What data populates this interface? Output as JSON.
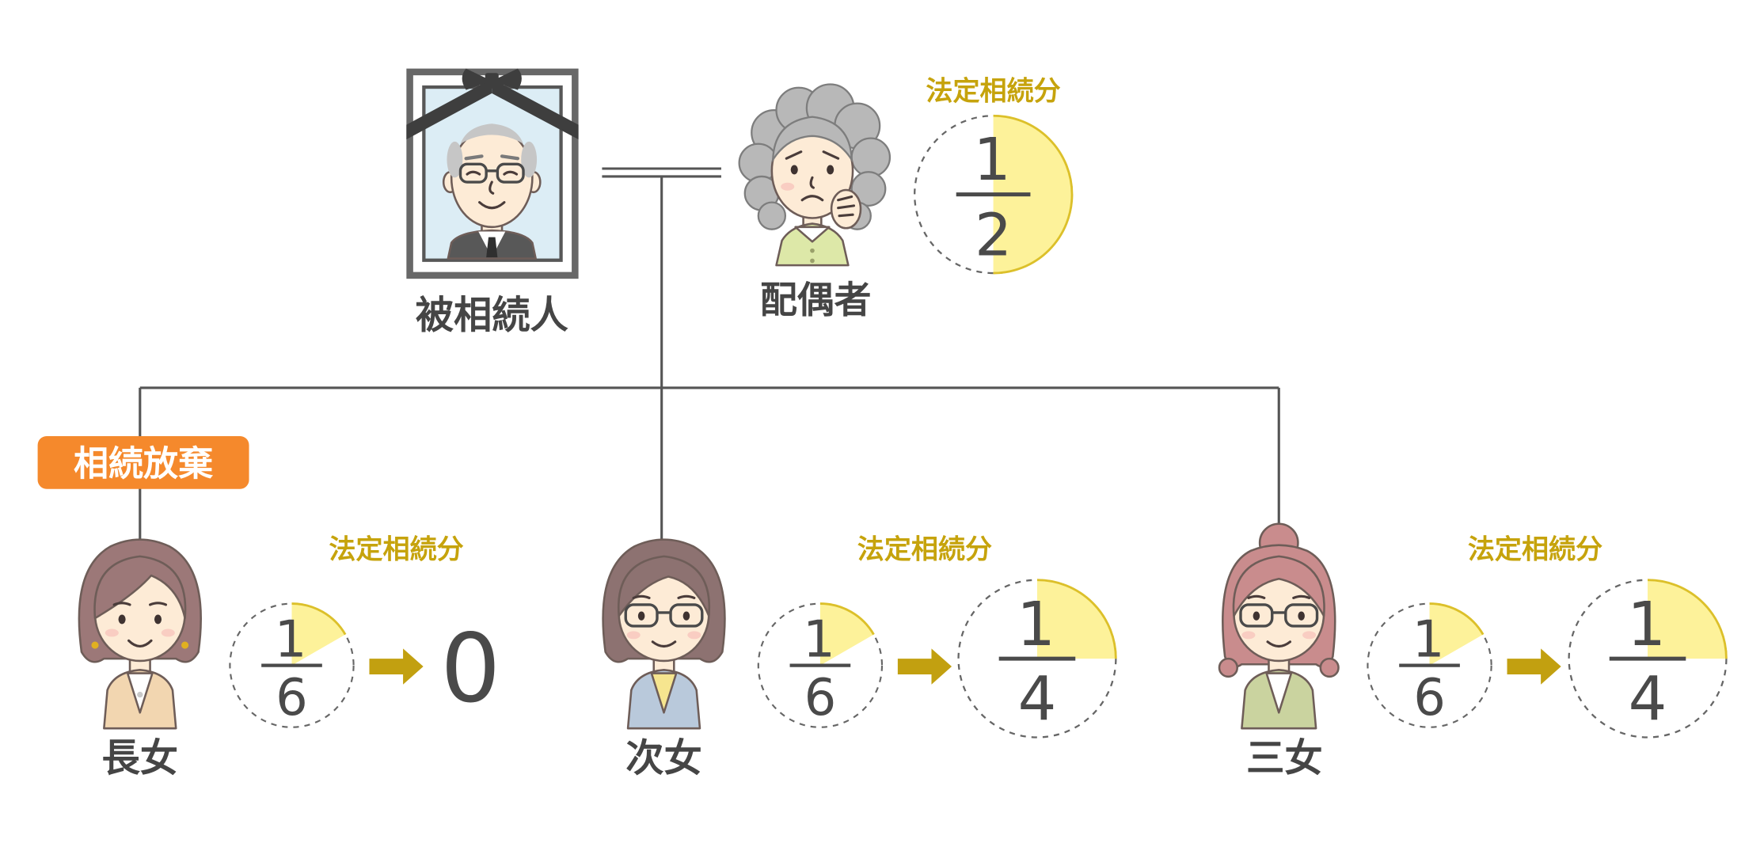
{
  "colors": {
    "accent_gold": "#c6a30c",
    "arrow_gold": "#c2a010",
    "pie_yellow": "#fdf29a",
    "pie_arc": "#dcc02a",
    "badge_orange": "#f5892c",
    "line": "#555555",
    "text_dark": "#454545",
    "numeral": "#4a4a4a"
  },
  "deceased": {
    "label": "被相続人",
    "icon": "memorial-portrait-icon"
  },
  "spouse": {
    "label": "配偶者",
    "icon": "elderly-woman-icon",
    "share_label": "法定相続分",
    "share": {
      "numerator": "1",
      "denominator": "2",
      "fraction": 0.5
    }
  },
  "children": [
    {
      "label": "長女",
      "icon": "woman-bob-hair-icon",
      "badge": "相続放棄",
      "share_label": "法定相続分",
      "statutory_share": {
        "numerator": "1",
        "denominator": "6",
        "fraction": 0.1667
      },
      "result_share": {
        "value": "0"
      }
    },
    {
      "label": "次女",
      "icon": "woman-glasses-icon",
      "share_label": "法定相続分",
      "statutory_share": {
        "numerator": "1",
        "denominator": "6",
        "fraction": 0.1667
      },
      "result_share": {
        "numerator": "1",
        "denominator": "4",
        "fraction": 0.25
      }
    },
    {
      "label": "三女",
      "icon": "woman-bun-glasses-icon",
      "share_label": "法定相続分",
      "statutory_share": {
        "numerator": "1",
        "denominator": "6",
        "fraction": 0.1667
      },
      "result_share": {
        "numerator": "1",
        "denominator": "4",
        "fraction": 0.25
      }
    }
  ],
  "arrow_icon": "right-arrow-icon"
}
